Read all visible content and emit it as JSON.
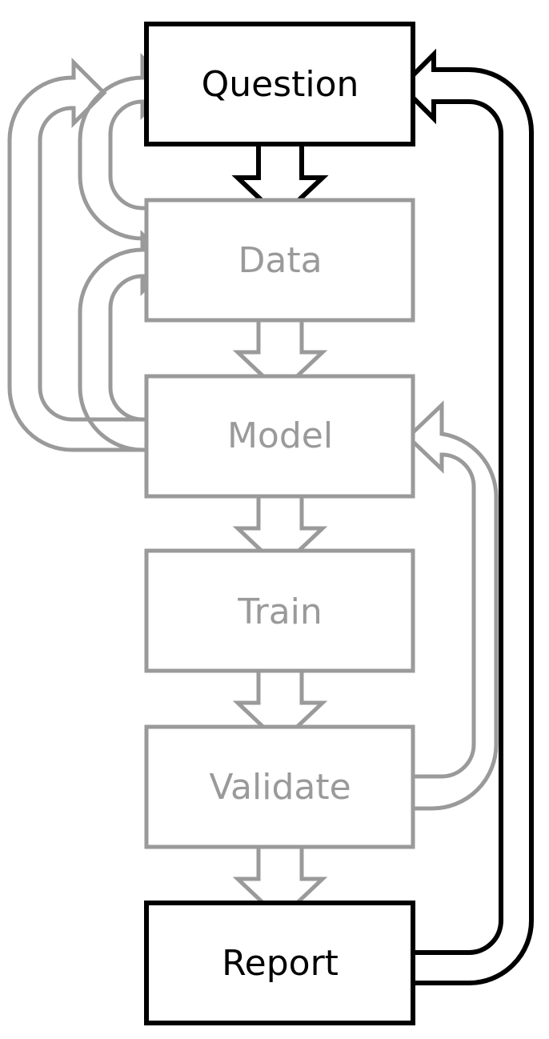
{
  "steps": [
    {
      "id": "question",
      "label": "Question",
      "active": true
    },
    {
      "id": "data",
      "label": "Data",
      "active": false
    },
    {
      "id": "model",
      "label": "Model",
      "active": false
    },
    {
      "id": "train",
      "label": "Train",
      "active": false
    },
    {
      "id": "validate",
      "label": "Validate",
      "active": false
    },
    {
      "id": "report",
      "label": "Report",
      "active": true
    }
  ],
  "colors": {
    "active": "#000000",
    "inactive": "#9a9a9a",
    "background": "#ffffff"
  }
}
